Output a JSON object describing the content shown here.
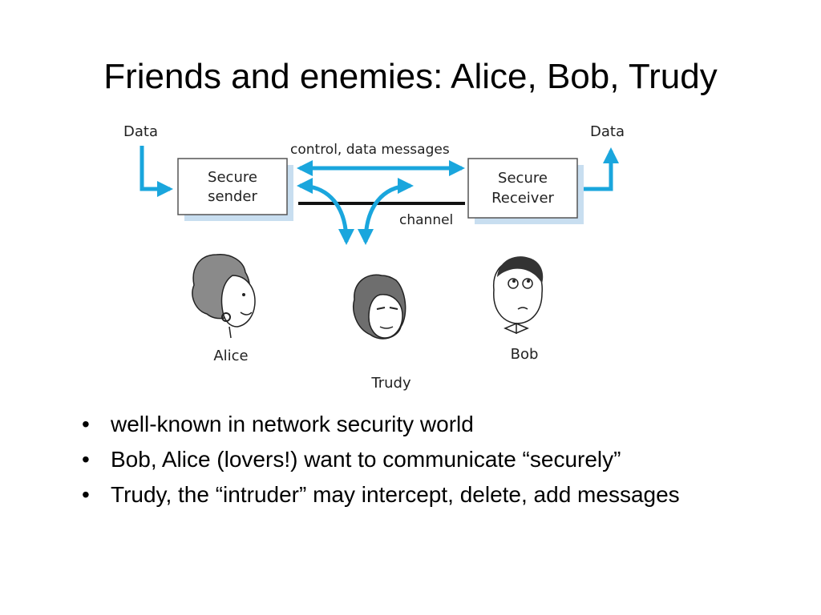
{
  "slide": {
    "title": "Friends and enemies: Alice, Bob, Trudy"
  },
  "diagram": {
    "data_in_label": "Data",
    "data_out_label": "Data",
    "sender_line1": "Secure",
    "sender_line2": "sender",
    "receiver_line1": "Secure",
    "receiver_line2": "Receiver",
    "messages_label": "control, data messages",
    "channel_label": "channel",
    "alice_label": "Alice",
    "bob_label": "Bob",
    "trudy_label": "Trudy",
    "arrow_color": "#1aa6dd",
    "box_shadow_color": "#c8def0"
  },
  "bullets": {
    "marker": "•",
    "items": [
      "well-known in network security world",
      "Bob, Alice (lovers!) want to communicate “securely”",
      "Trudy, the “intruder” may intercept, delete, add messages"
    ]
  }
}
